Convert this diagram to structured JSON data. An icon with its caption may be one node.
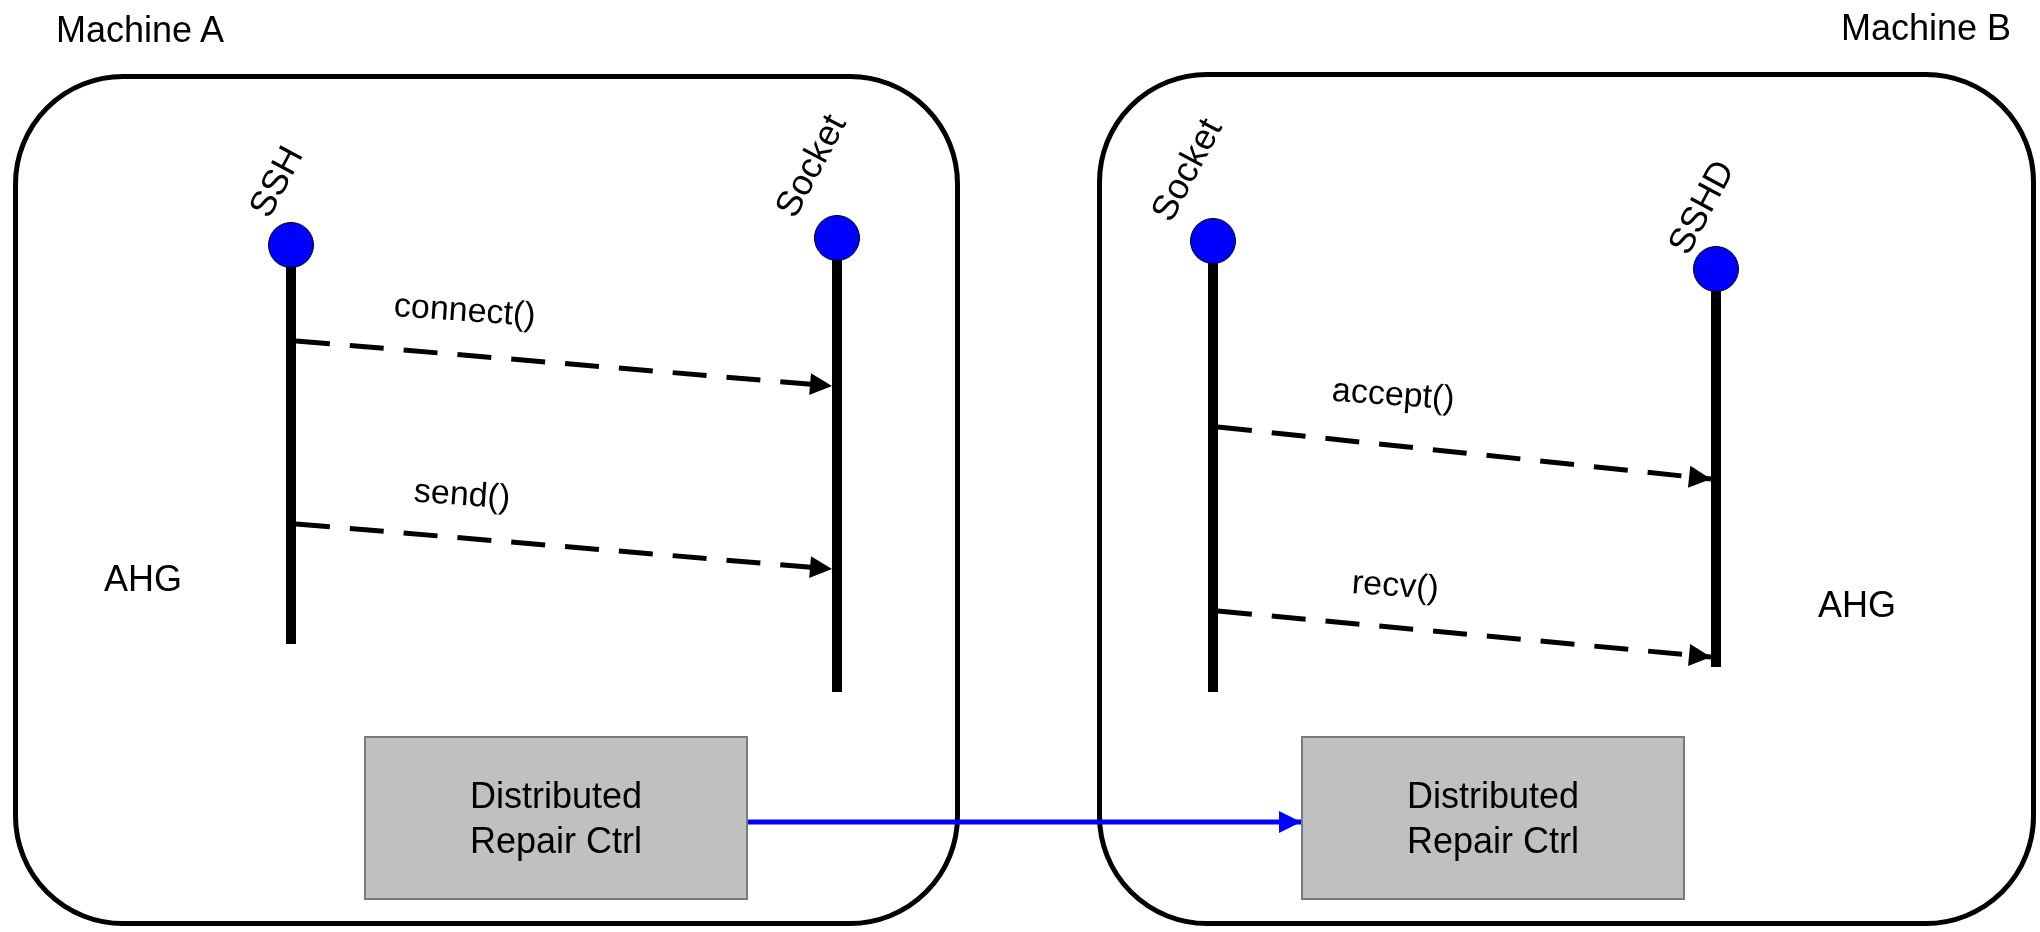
{
  "diagram": {
    "nodes": [
      {
        "text": [
          "Machine A"
        ]
      },
      {
        "text": [
          "SSH"
        ],
        "in": 0
      },
      {
        "text": [
          "Socket"
        ],
        "in": 0
      },
      {
        "text": [
          "Distributed Repair Ctrl"
        ],
        "in": 0
      },
      {
        "text": [
          "Machine B"
        ]
      },
      {
        "text": [
          "Socket"
        ],
        "in": 4
      },
      {
        "text": [
          "SSHD"
        ],
        "in": 4
      },
      {
        "text": [
          "Distributed Repair Ctrl"
        ],
        "in": 4
      }
    ],
    "edges": [
      {
        "from": 1,
        "to": 2,
        "arrow": "to",
        "label": "connect()",
        "style": "dashed"
      },
      {
        "from": 1,
        "to": 2,
        "arrow": "to",
        "label": "send()",
        "style": "dashed"
      },
      {
        "from": 5,
        "to": 6,
        "arrow": "to",
        "label": "accept()",
        "style": "dashed"
      },
      {
        "from": 5,
        "to": 6,
        "arrow": "to",
        "label": "recv()",
        "style": "dashed"
      },
      {
        "from": 3,
        "to": 7,
        "arrow": "to",
        "color": "#0000ff"
      }
    ],
    "labels": [
      "AHG",
      "AHG"
    ]
  }
}
